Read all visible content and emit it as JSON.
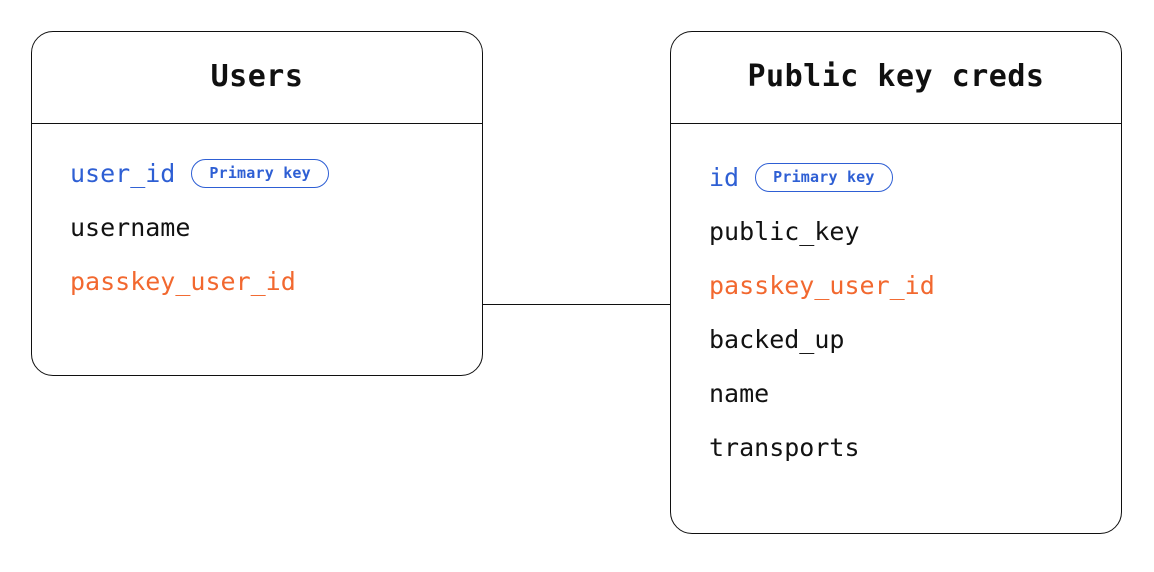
{
  "diagram": {
    "type": "entity-relationship",
    "background_color": "#ffffff",
    "entities": [
      {
        "id": "users",
        "title": "Users",
        "fields": [
          {
            "name": "user_id",
            "role": "key",
            "badge": "Primary key"
          },
          {
            "name": "username",
            "role": "plain",
            "badge": null
          },
          {
            "name": "passkey_user_id",
            "role": "fk",
            "badge": null
          }
        ]
      },
      {
        "id": "public_key_creds",
        "title": "Public key creds",
        "fields": [
          {
            "name": "id",
            "role": "key",
            "badge": "Primary key"
          },
          {
            "name": "public_key",
            "role": "plain",
            "badge": null
          },
          {
            "name": "passkey_user_id",
            "role": "fk",
            "badge": null
          },
          {
            "name": "backed_up",
            "role": "plain",
            "badge": null
          },
          {
            "name": "name",
            "role": "plain",
            "badge": null
          },
          {
            "name": "transports",
            "role": "plain",
            "badge": null
          }
        ]
      }
    ],
    "relationship": {
      "from": "users.passkey_user_id",
      "to": "public_key_creds.passkey_user_id",
      "style": "solid-line"
    },
    "colors": {
      "key_field": "#2E5FD4",
      "foreign_key_field": "#F2682F",
      "plain_field": "#121212",
      "border": "#101010",
      "badge_border": "#2E5FD4",
      "badge_text": "#2E5FD4"
    }
  }
}
